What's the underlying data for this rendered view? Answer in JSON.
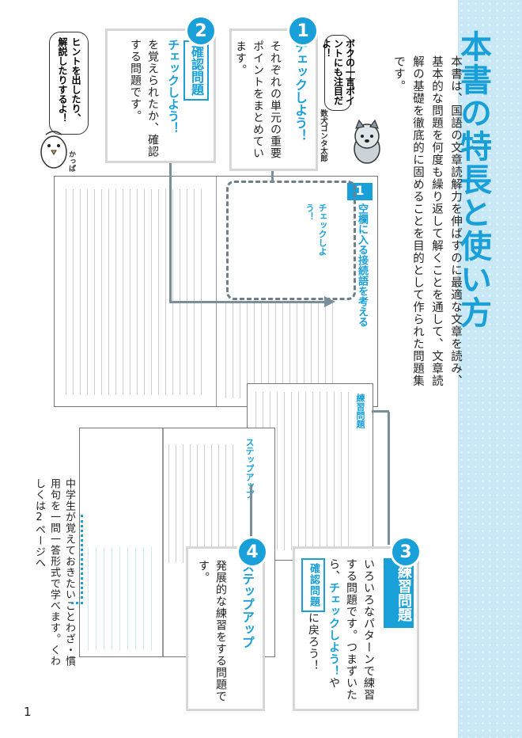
{
  "page": {
    "title": "本書の特長と使い方",
    "intro": "本書は、国語の文章読解力を伸ばすのに最適な文章を読み、基本的な問題を何度も繰り返して解くことを通して、文章読解の基礎を徹底的に固めることを目的として作られた問題集です。",
    "page_number": "1"
  },
  "mascot": {
    "bubble": "ボクの一言ポイントにも注目だよ！",
    "name": "数犬ゴンタ太郎"
  },
  "bird": {
    "bubble": "ヒントを出したり、解説したりするよ！",
    "name": "かっぱ"
  },
  "sections": [
    {
      "num": "1",
      "heading": "チェックしよう！",
      "text": "それぞれの単元の重要ポイントをまとめています。"
    },
    {
      "num": "2",
      "tag": "確認問題",
      "check": "チェックしよう！",
      "text_a": "を覚えられたか、確認する問題です。"
    },
    {
      "num": "3",
      "tag": "練習問題",
      "text_a": "いろいろなパターンで練習する問題です。つまずいたら、",
      "check": "チェックしよう！",
      "text_b": "や",
      "tag_small": "確認問題",
      "text_c": "に戻ろう！"
    },
    {
      "num": "4",
      "heading": "ステップアップ",
      "text": "発展的な練習をする問題です。"
    }
  ],
  "bottom_note": "中学生が覚えておきたいことわざ・慣用句を一問一答形式で学べます。くわしくは2ページへ",
  "spread": {
    "unit_number": "1",
    "unit_title": "空欄に入る接続語を考える",
    "check_label": "チェックしよう！",
    "renshu_label": "練習問題",
    "step_label": "ステップアップ"
  }
}
